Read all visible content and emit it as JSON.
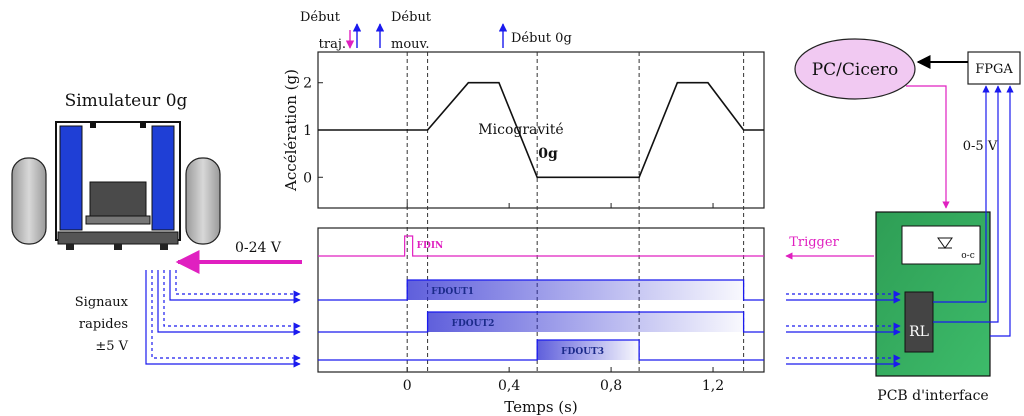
{
  "colors": {
    "magenta": "#e020c0",
    "blue": "#1a1aee",
    "dark_blue": "#1b2a8a",
    "pc_fill": "#f1c9f2",
    "pcb_green": "#2fa85a",
    "tank_grey": "#c8c8c8",
    "sim_blue": "#1f3fd6"
  },
  "left": {
    "simulator_title": "Simulateur 0g",
    "voltage_label": "0-24 V",
    "signals_label_line1": "Signaux",
    "signals_label_line2": "rapides",
    "signals_label_line3": "±5 V"
  },
  "events": {
    "debut_traj_line1": "Début",
    "debut_traj_line2": "traj.",
    "debut_mouv_line1": "Début",
    "debut_mouv_line2": "mouv.",
    "debut_0g": "Début 0g"
  },
  "chart_data": {
    "type": "line",
    "ylabel": "Accélération (g)",
    "xlabel": "Temps (s)",
    "x_ticks": [
      "0",
      "0,4",
      "0,8",
      "1,2"
    ],
    "y_ticks": [
      "0",
      "1",
      "2"
    ],
    "xlim": [
      -0.35,
      1.4
    ],
    "ylim": [
      -0.65,
      2.65
    ],
    "series": [
      {
        "x": [
          -0.35,
          0.08,
          0.24,
          0.36,
          0.51,
          0.91,
          1.06,
          1.18,
          1.32,
          1.4
        ],
        "values": [
          1,
          1,
          2,
          2,
          0,
          0,
          2,
          2,
          1,
          1
        ]
      }
    ],
    "event_lines_x": [
      0.0,
      0.08,
      0.51,
      0.91,
      1.32
    ],
    "annotation_line1": "Micogravité",
    "annotation_line2": "0g"
  },
  "signals": {
    "fdin_label": "FDIN",
    "fdout1_label": "FDOUT1",
    "fdout2_label": "FDOUT2",
    "fdout3_label": "FDOUT3",
    "fdin_start": -0.01,
    "fdout1_range": [
      0.0,
      1.32
    ],
    "fdout2_range": [
      0.08,
      1.32
    ],
    "fdout3_range": [
      0.51,
      0.91
    ]
  },
  "right": {
    "pc_label": "PC/Cicero",
    "fpga_label": "FPGA",
    "range_label": "0-5 V",
    "trigger_label": "Trigger",
    "oc_label": "o-c",
    "rl_label": "RL",
    "pcb_label": "PCB d'interface"
  }
}
